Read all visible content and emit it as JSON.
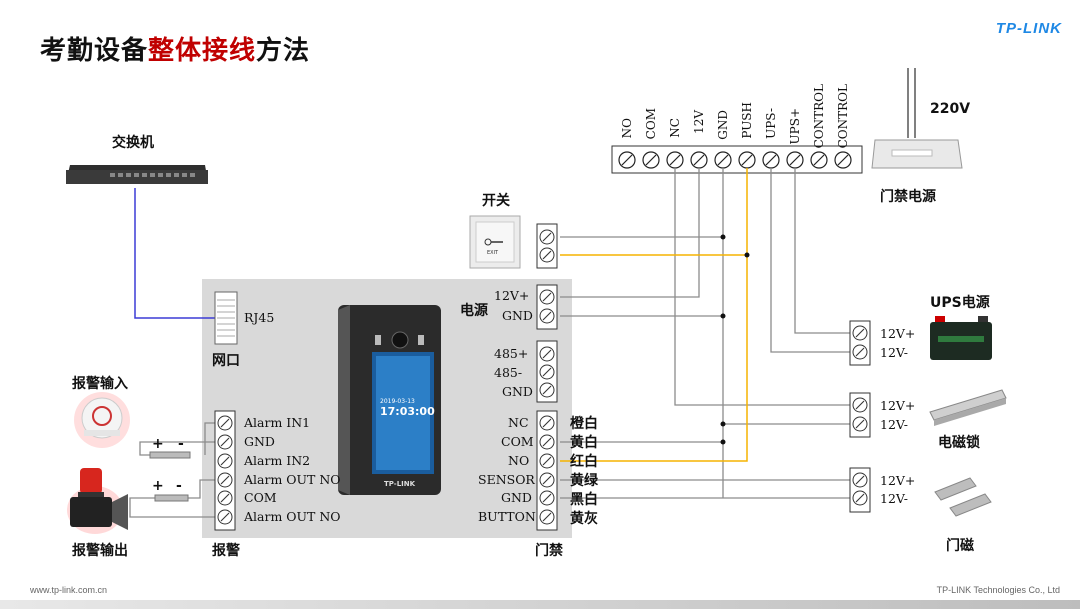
{
  "header": {
    "title_pre": "考勤设备",
    "title_hl": "整体接线",
    "title_post": "方法",
    "brand": "TP-LINK"
  },
  "footer": {
    "url": "www.tp-link.com.cn",
    "company": "TP-LINK Technologies Co., Ltd"
  },
  "devices": {
    "switch": "交换机",
    "button": "开关",
    "button_face": "EXIT",
    "access_power": "门禁电源",
    "voltage_220": "220V",
    "ups_power": "UPS电源",
    "em_lock": "电磁锁",
    "door_sensor": "门磁",
    "alarm_input": "报警输入",
    "alarm_output": "报警输出",
    "terminal_time": "17:03:00",
    "terminal_date": "2019-03-13",
    "terminal_brand": "TP-LINK"
  },
  "network": {
    "port_label": "RJ45",
    "group_label": "网口"
  },
  "power_group": {
    "label": "电源",
    "pins": [
      "12V+",
      "GND"
    ]
  },
  "rs485_group": {
    "pins": [
      "485+",
      "485-",
      "GND"
    ]
  },
  "door_group": {
    "label": "门禁",
    "pins": [
      "NC",
      "COM",
      "NO",
      "SENSOR",
      "GND",
      "BUTTON"
    ],
    "wire_colors": [
      "橙白",
      "黄白",
      "红白",
      "黄绿",
      "黑白",
      "黄灰"
    ]
  },
  "alarm_group": {
    "label": "报警",
    "pins": [
      "Alarm IN1",
      "GND",
      "Alarm IN2",
      "Alarm OUT NO",
      "COM",
      "Alarm OUT NO"
    ],
    "plus": "+",
    "minus": "-"
  },
  "power_supply_terminals": [
    "NO",
    "COM",
    "NC",
    "12V",
    "GND",
    "PUSH",
    "UPS-",
    "UPS+",
    "CONTROL",
    "CONTROL"
  ],
  "ups_terminals": [
    "12V+",
    "12V-"
  ],
  "lock_terminals": [
    "12V+",
    "12V-"
  ],
  "sensor_terminals": [
    "12V+",
    "12V-"
  ],
  "colors": {
    "accent_red": "#c00000",
    "brand_blue": "#1e88e5",
    "wire_gray": "#8c8c8c",
    "wire_yellow": "#f5b400",
    "wire_blue": "#3b3bd6"
  }
}
